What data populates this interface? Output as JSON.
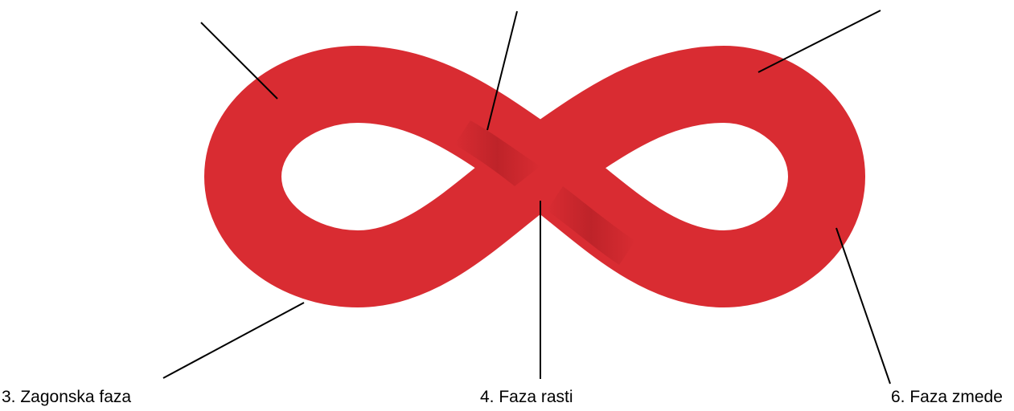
{
  "diagram": {
    "shape": "infinity-loop",
    "loop_color": "#d92c32",
    "loop_shadow_color": "#a81c22",
    "leader_line_color": "#000000",
    "labels": [
      {
        "id": "3",
        "text": "3. Zagonska faza"
      },
      {
        "id": "4",
        "text": "4. Faza rasti"
      },
      {
        "id": "6",
        "text": "6. Faza zmede"
      }
    ]
  }
}
